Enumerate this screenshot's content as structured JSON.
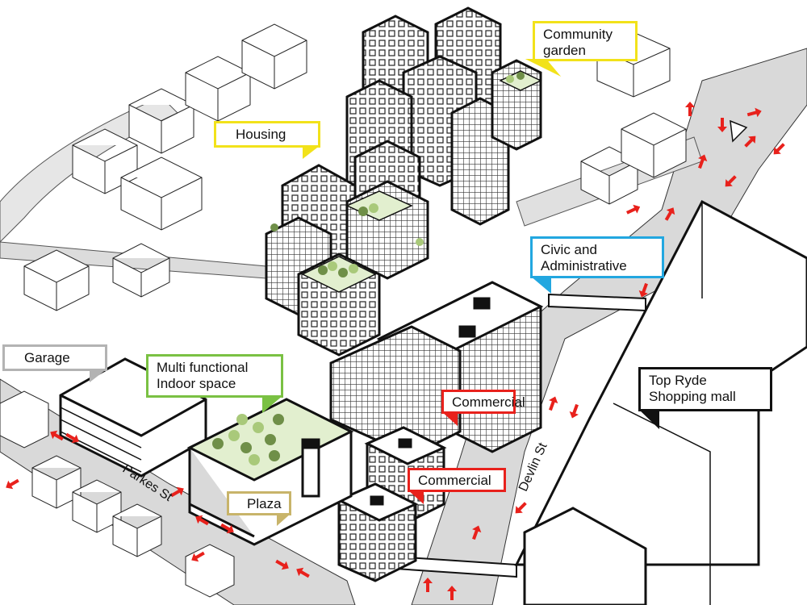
{
  "diagram": {
    "colors": {
      "road": "#d9d9d9",
      "outline": "#111111",
      "roof_green": "#e2efcf",
      "tree_dark": "#6f8f48",
      "tree_light": "#a9c97a",
      "arrow_red": "#e8211c",
      "facade_grid": "#333333"
    }
  },
  "callouts": [
    {
      "id": "community-garden",
      "text_lines": [
        "Community",
        "garden"
      ],
      "border_color": "#f2e21a"
    },
    {
      "id": "housing",
      "text_lines": [
        "Housing"
      ],
      "border_color": "#f2e21a"
    },
    {
      "id": "civic-admin",
      "text_lines": [
        "Civic and",
        "Administrative"
      ],
      "border_color": "#22a7e0"
    },
    {
      "id": "garage",
      "text_lines": [
        "Garage"
      ],
      "border_color": "#b3b3b3"
    },
    {
      "id": "multi-functional",
      "text_lines": [
        "Multi functional",
        "Indoor space"
      ],
      "border_color": "#7ac143"
    },
    {
      "id": "top-ryde",
      "text_lines": [
        "Top Ryde",
        "Shopping mall"
      ],
      "border_color": "#111111"
    },
    {
      "id": "commercial-1",
      "text_lines": [
        "Commercial"
      ],
      "border_color": "#e8211c"
    },
    {
      "id": "commercial-2",
      "text_lines": [
        "Commercial"
      ],
      "border_color": "#e8211c"
    },
    {
      "id": "plaza",
      "text_lines": [
        "Plaza"
      ],
      "border_color": "#c8b46a"
    }
  ],
  "streets": [
    {
      "id": "parkes-st",
      "name": "Parkes St"
    },
    {
      "id": "devlin-st",
      "name": "Devlin St"
    }
  ]
}
